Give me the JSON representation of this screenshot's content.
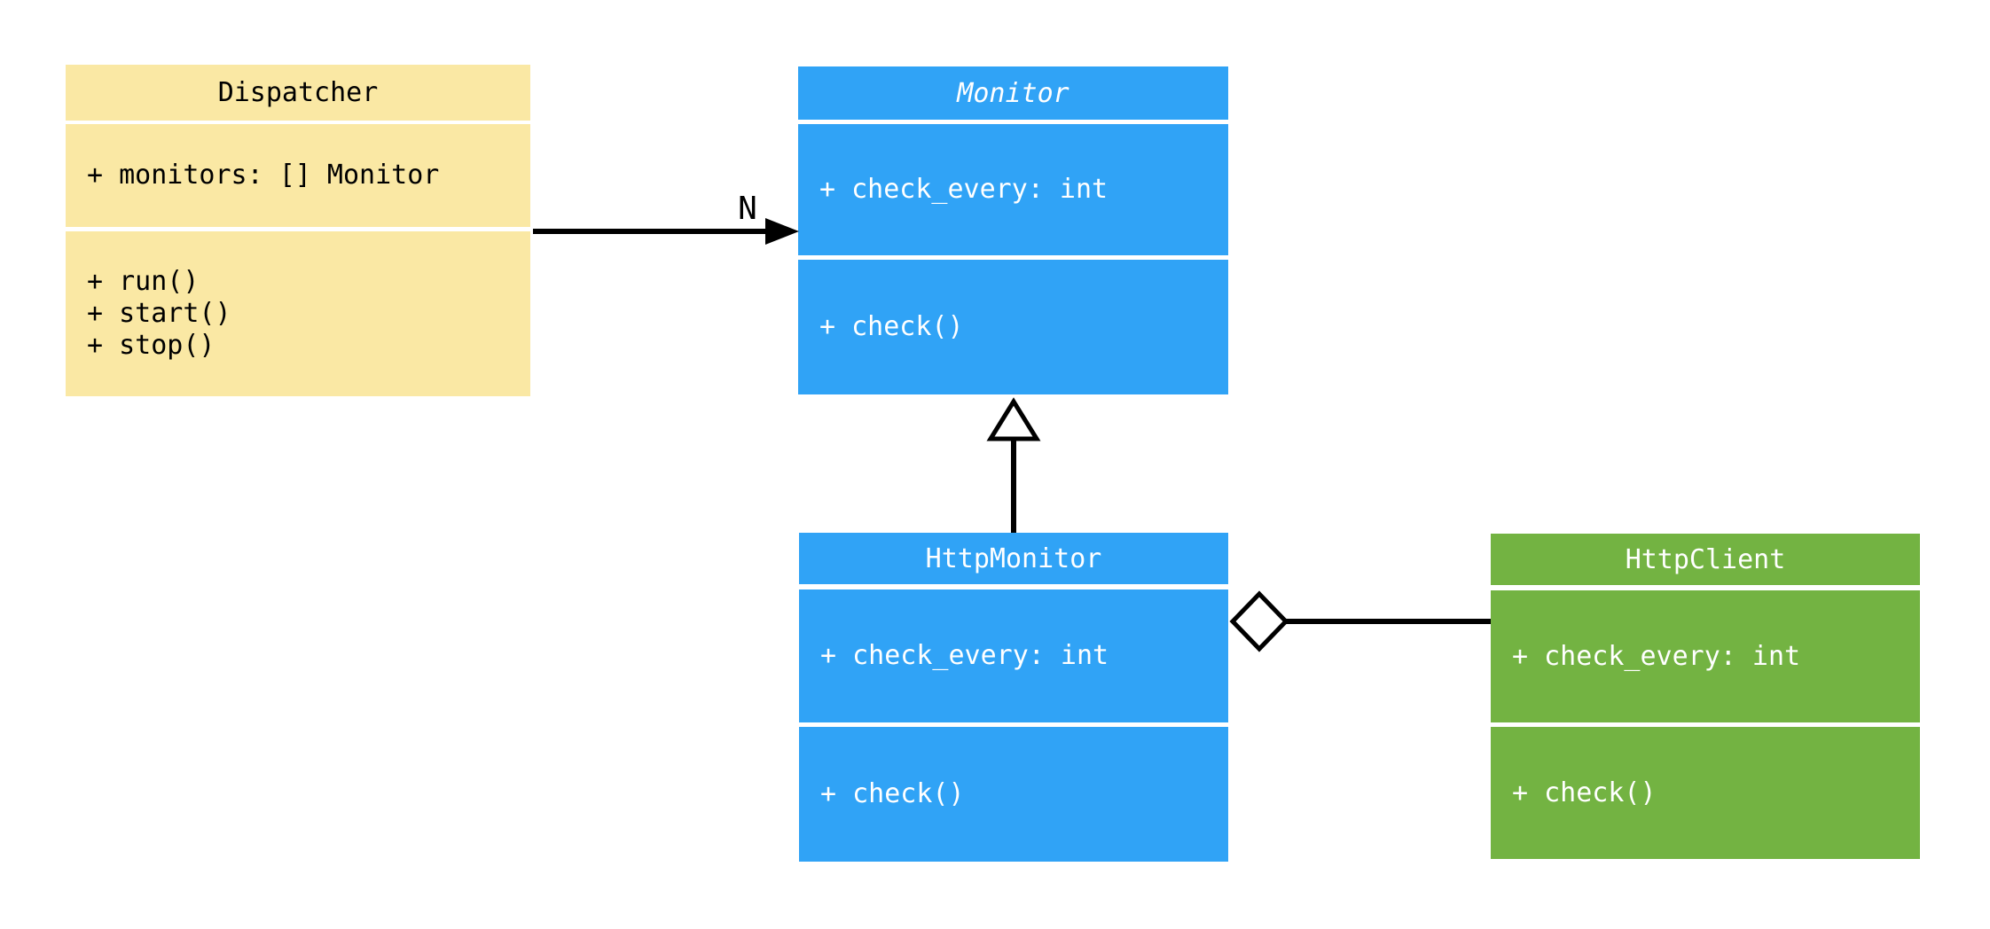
{
  "diagram": {
    "type": "uml-class-diagram",
    "background_color": "#FFFFFF",
    "line_color": "#000000",
    "classes": [
      {
        "name": "Dispatcher",
        "abstract": false,
        "fill_color": "#FAE8A4",
        "text_color": "#000000",
        "attributes": [
          "+ monitors: [] Monitor"
        ],
        "methods": [
          "+ run()",
          "+ start()",
          "+ stop()"
        ]
      },
      {
        "name": "Monitor",
        "abstract": true,
        "fill_color": "#30A3F6",
        "text_color": "#FFFFFF",
        "attributes": [
          "+ check_every: int"
        ],
        "methods": [
          "+ check()"
        ]
      },
      {
        "name": "HttpMonitor",
        "abstract": false,
        "fill_color": "#30A3F6",
        "text_color": "#FFFFFF",
        "attributes": [
          "+ check_every: int"
        ],
        "methods": [
          "+ check()"
        ]
      },
      {
        "name": "HttpClient",
        "abstract": false,
        "fill_color": "#73B342",
        "text_color": "#FFFFFF",
        "attributes": [
          "+ check_every: int"
        ],
        "methods": [
          "+ check()"
        ]
      }
    ],
    "relations": [
      {
        "type": "association",
        "from": "Dispatcher",
        "to": "Monitor",
        "label": "N",
        "marker": "filled-arrowhead"
      },
      {
        "type": "generalization",
        "from": "HttpMonitor",
        "to": "Monitor",
        "label": "",
        "marker": "hollow-triangle"
      },
      {
        "type": "aggregation",
        "from": "HttpMonitor",
        "to": "HttpClient",
        "label": "",
        "marker": "hollow-diamond"
      }
    ]
  }
}
